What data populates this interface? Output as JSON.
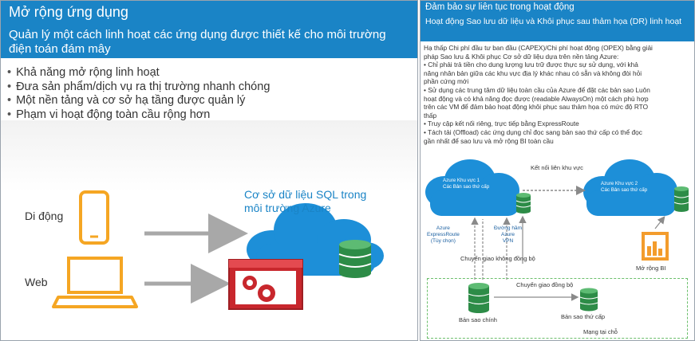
{
  "left": {
    "title": "Mở rộng ứng dụng",
    "subtitle": "Quản lý một cách linh hoạt các ứng dụng được thiết kế cho môi trường điện toán đám mây",
    "bullets": [
      "Khả năng mở rộng linh hoạt",
      "Đưa sản phẩm/dịch vụ ra thị trường nhanh chóng",
      "Một nền tảng và cơ sở hạ tầng được quản lý",
      "Phạm vi hoạt động toàn cầu rộng hơn"
    ],
    "diagram": {
      "mobile_label": "Di động",
      "web_label": "Web",
      "sql_caption_line1": "Cơ sở dữ liệu SQL trong",
      "sql_caption_line2": "môi trường Azure"
    }
  },
  "right": {
    "title": "Đảm bảo sự liên tục trong hoạt động",
    "subtitle": "Hoạt động Sao lưu dữ liệu và Khôi phục sau thảm họa (DR) linh hoạt",
    "body_lines": [
      "Hạ thấp Chi phí đầu tư ban đầu (CAPEX)/Chi phí hoạt động (OPEX) bằng giải",
      "pháp Sao lưu & Khôi phục Cơ sở dữ liệu dựa trên nền tảng Azure:",
      "• Chỉ phải trả tiền cho dung lượng lưu trữ được thực sự sử dụng, với khả",
      "năng nhân bản giữa các khu vực địa lý khác nhau có sẵn và không đòi hỏi",
      "phần cứng mới",
      "• Sử dụng các trung tâm dữ liệu toàn cầu của Azure để đặt các bản sao Luôn",
      "hoạt động và có khả năng đọc được (readable AlwaysOn) một cách phù hợp",
      "trên các VM để đảm bảo hoạt động khôi phục sau thảm họa có mức độ RTO",
      "thấp",
      "• Truy cập kết nối riêng, trực tiếp bằng ExpressRoute",
      "• Tách tải (Offload) các ứng dụng chỉ đọc sang bản sao thứ cấp có thể đọc",
      "gần nhất để sao lưu và mở rộng BI toàn cầu"
    ],
    "diagram": {
      "interregion": "Kết nối liên khu vực",
      "region1_line1": "Azure Khu vực 1",
      "region1_line2": "Các Bản sao thứ cấp",
      "region2_line1": "Azure Khu vực 2",
      "region2_line2": "Các Bản sao thứ cấp",
      "expressroute_line1": "Azure",
      "expressroute_line2": "ExpressRoute",
      "expressroute_line3": "(Tùy chọn)",
      "vpn_line1": "Đường hầm",
      "vpn_line2": "Azure",
      "vpn_line3": "VPN",
      "async": "Chuyển giao không đồng bộ",
      "sync": "Chuyển giao đồng bộ",
      "bi": "Mở rộng BI",
      "primary": "Bản sao chính",
      "secondary": "Bản sao thứ cấp",
      "onprem": "Mạng tại chỗ"
    }
  },
  "colors": {
    "header_blue": "#1a84c6",
    "cloud_blue": "#1d8fd8",
    "db_green": "#2d8c47",
    "device_orange": "#f5a623",
    "app_red": "#c8272d",
    "bi_orange": "#f39c2c"
  }
}
